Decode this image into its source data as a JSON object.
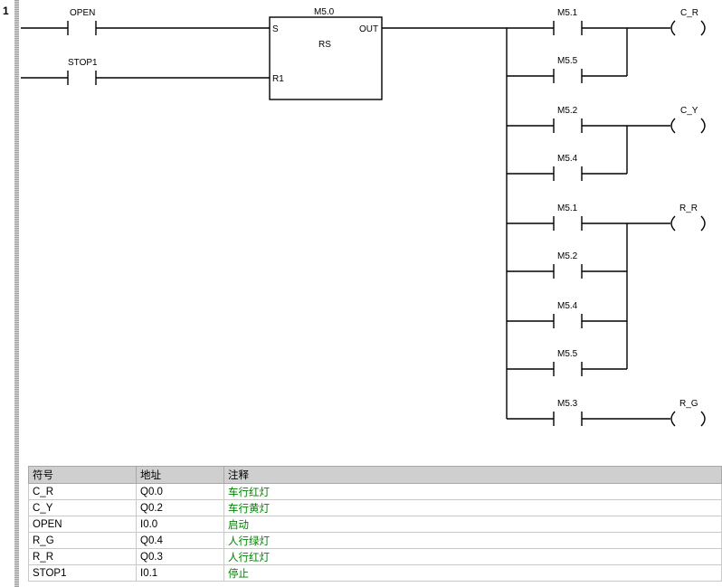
{
  "network": {
    "number": "1"
  },
  "rungs": {
    "input_contacts": [
      {
        "label": "OPEN"
      },
      {
        "label": "STOP1"
      }
    ],
    "rs_block": {
      "address": "M5.0",
      "type": "RS",
      "pin_set": "S",
      "pin_reset": "R1",
      "pin_out": "OUT"
    },
    "branch_contacts": [
      {
        "label": "M5.1"
      },
      {
        "label": "M5.5"
      },
      {
        "label": "M5.2"
      },
      {
        "label": "M5.4"
      },
      {
        "label": "M5.1"
      },
      {
        "label": "M5.2"
      },
      {
        "label": "M5.4"
      },
      {
        "label": "M5.5"
      },
      {
        "label": "M5.3"
      }
    ],
    "coils": [
      {
        "label": "C_R"
      },
      {
        "label": "C_Y"
      },
      {
        "label": "R_R"
      },
      {
        "label": "R_G"
      }
    ]
  },
  "symbol_table": {
    "headers": [
      "符号",
      "地址",
      "注释"
    ],
    "rows": [
      {
        "symbol": "C_R",
        "address": "Q0.0",
        "comment": "车行红灯"
      },
      {
        "symbol": "C_Y",
        "address": "Q0.2",
        "comment": "车行黄灯"
      },
      {
        "symbol": "OPEN",
        "address": "I0.0",
        "comment": "启动"
      },
      {
        "symbol": "R_G",
        "address": "Q0.4",
        "comment": "人行绿灯"
      },
      {
        "symbol": "R_R",
        "address": "Q0.3",
        "comment": "人行红灯"
      },
      {
        "symbol": "STOP1",
        "address": "I0.1",
        "comment": "停止"
      }
    ]
  },
  "colors": {
    "wire": "#000000",
    "comment_text": "#008000",
    "table_header_bg": "#cfcfcf"
  }
}
